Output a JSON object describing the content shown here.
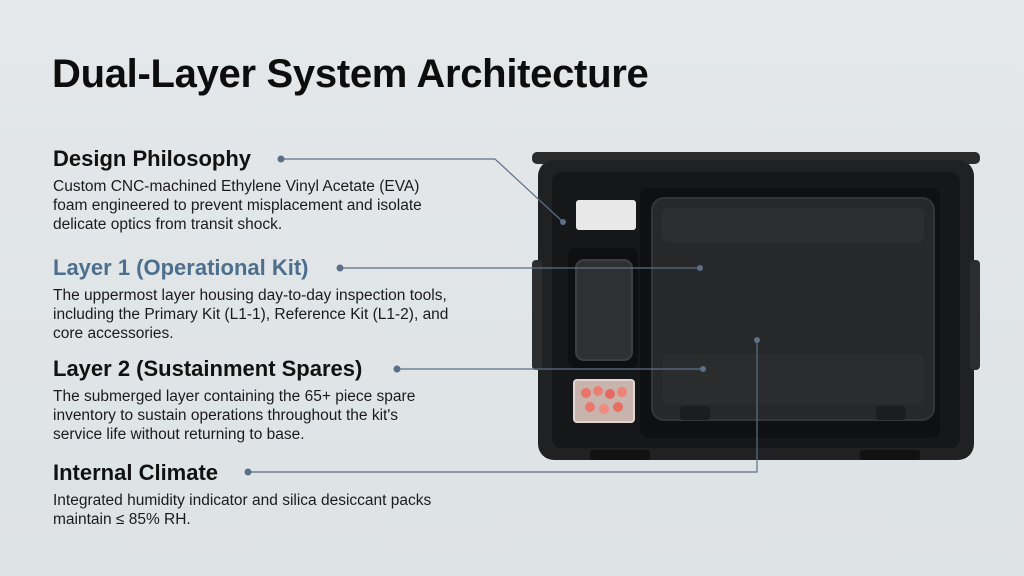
{
  "title": "Dual-Layer System Architecture",
  "sections": [
    {
      "heading": "Design Philosophy",
      "body": "Custom CNC-machined Ethylene Vinyl Acetate (EVA) foam engineered to prevent misplacement and isolate delicate optics from transit shock."
    },
    {
      "heading": "Layer 1 (Operational Kit)",
      "body": "The uppermost layer housing day-to-day inspection tools, including the Primary Kit (L1-1), Reference Kit (L1-2), and core accessories."
    },
    {
      "heading": "Layer 2 (Sustainment Spares)",
      "body": "The submerged layer containing the 65+ piece spare inventory to sustain operations throughout the kit's service life without returning to base."
    },
    {
      "heading": "Internal Climate",
      "body": "Integrated humidity indicator and silica desiccant packs maintain ≤ 85% RH."
    }
  ],
  "colors": {
    "background": "#dfe4e6",
    "accent_heading": "#4d6f8e",
    "connector": "#5b7088",
    "case_body": "#1f2123",
    "foam": "#161718"
  },
  "icons": [
    "connector-dot"
  ]
}
